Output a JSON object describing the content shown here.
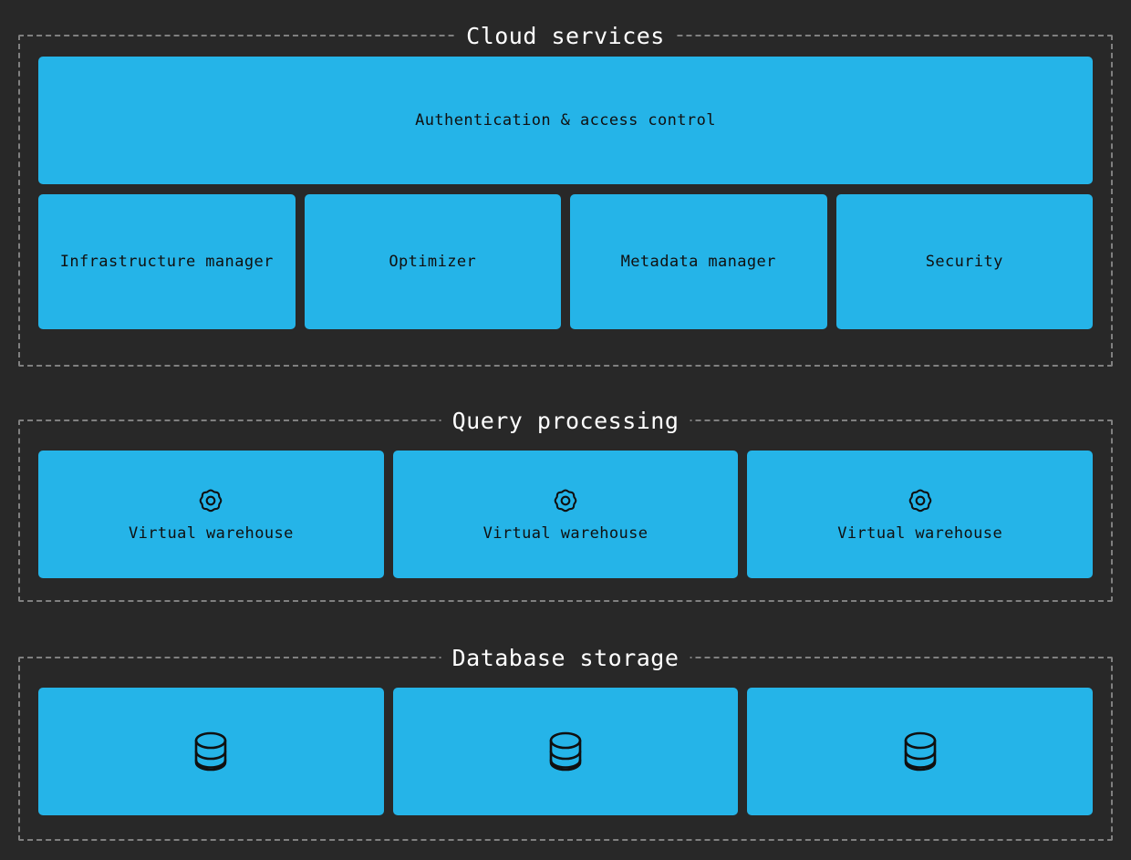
{
  "theme": {
    "background_color": "#282828",
    "node_color": "#25b4e8",
    "border_color": "#808080",
    "title_color": "#ffffff",
    "node_text_color": "#101010"
  },
  "sections": [
    {
      "title": "Cloud services",
      "rows": [
        {
          "nodes": [
            {
              "label": "Authentication & access control",
              "icon": ""
            }
          ]
        },
        {
          "nodes": [
            {
              "label": "Infrastructure manager",
              "icon": ""
            },
            {
              "label": "Optimizer",
              "icon": ""
            },
            {
              "label": "Metadata manager",
              "icon": ""
            },
            {
              "label": "Security",
              "icon": ""
            }
          ]
        }
      ]
    },
    {
      "title": "Query processing",
      "rows": [
        {
          "nodes": [
            {
              "label": "Virtual warehouse",
              "icon": "gear-icon"
            },
            {
              "label": "Virtual warehouse",
              "icon": "gear-icon"
            },
            {
              "label": "Virtual warehouse",
              "icon": "gear-icon"
            }
          ]
        }
      ]
    },
    {
      "title": "Database storage",
      "rows": [
        {
          "nodes": [
            {
              "label": "",
              "icon": "database-icon"
            },
            {
              "label": "",
              "icon": "database-icon"
            },
            {
              "label": "",
              "icon": "database-icon"
            }
          ]
        }
      ]
    }
  ]
}
